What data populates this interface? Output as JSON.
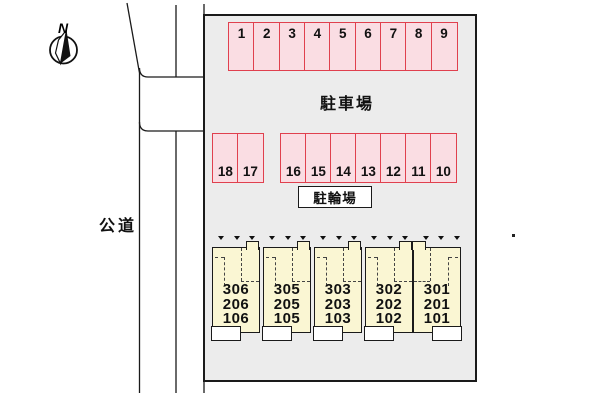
{
  "compass": {
    "label": "N"
  },
  "road": {
    "label": "公道"
  },
  "site": {
    "parking_lot_label": "駐車場",
    "bicycle_parking_label": "駐輪場",
    "row1_stalls": [
      "1",
      "2",
      "3",
      "4",
      "5",
      "6",
      "7",
      "8",
      "9"
    ],
    "row2_left_stalls": [
      "18",
      "17"
    ],
    "row2_right_stalls": [
      "16",
      "15",
      "14",
      "13",
      "12",
      "11",
      "10"
    ],
    "units": [
      {
        "rooms": "306\n206\n106"
      },
      {
        "rooms": "305\n205\n105"
      },
      {
        "rooms": "303\n203\n103"
      },
      {
        "rooms": "302\n202\n102"
      },
      {
        "rooms": "301\n201\n101"
      }
    ]
  },
  "colors": {
    "site_fill": "#ececec",
    "stall_fill": "#fadde3",
    "stall_border": "#e0404e",
    "unit_fill": "#faf6d3",
    "line": "#1a1a1a"
  }
}
